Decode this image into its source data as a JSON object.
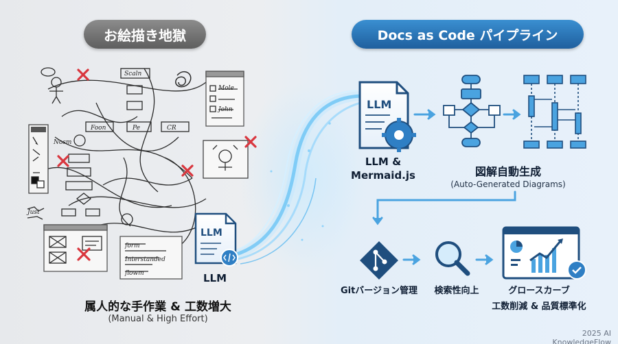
{
  "left_panel": {
    "title": "お絵描き地獄",
    "caption": "属人的な手作業 & 工数増大",
    "caption_sub": "(Manual & High Effort)",
    "llm_label": "LLM",
    "sketch_words": [
      "Scaln",
      "Mole",
      "John",
      "Foon",
      "Pe",
      "CR",
      "Nosm",
      "form",
      "Just",
      "Interstanded",
      "flowm"
    ]
  },
  "right_panel": {
    "title": "Docs as Code パイプライン",
    "llm_doc_text": "LLM",
    "llm_mermaid_line1": "LLM &",
    "llm_mermaid_line2": "Mermaid.js",
    "auto_gen": "図解自動生成",
    "auto_gen_sub": "(Auto-Generated Diagrams)",
    "git_label": "Gitバージョン管理",
    "search_label": "検索性向上",
    "growth_line1": "グロースカーブ",
    "growth_line2": "工数削減 & 品質標準化"
  },
  "footer": "2025 AI KnowledgeFlow",
  "colors": {
    "accent_blue": "#2f7fc4",
    "dark_blue": "#1f4e7e",
    "red_x": "#d9363e",
    "pill_gray": "#7a7a7a"
  }
}
